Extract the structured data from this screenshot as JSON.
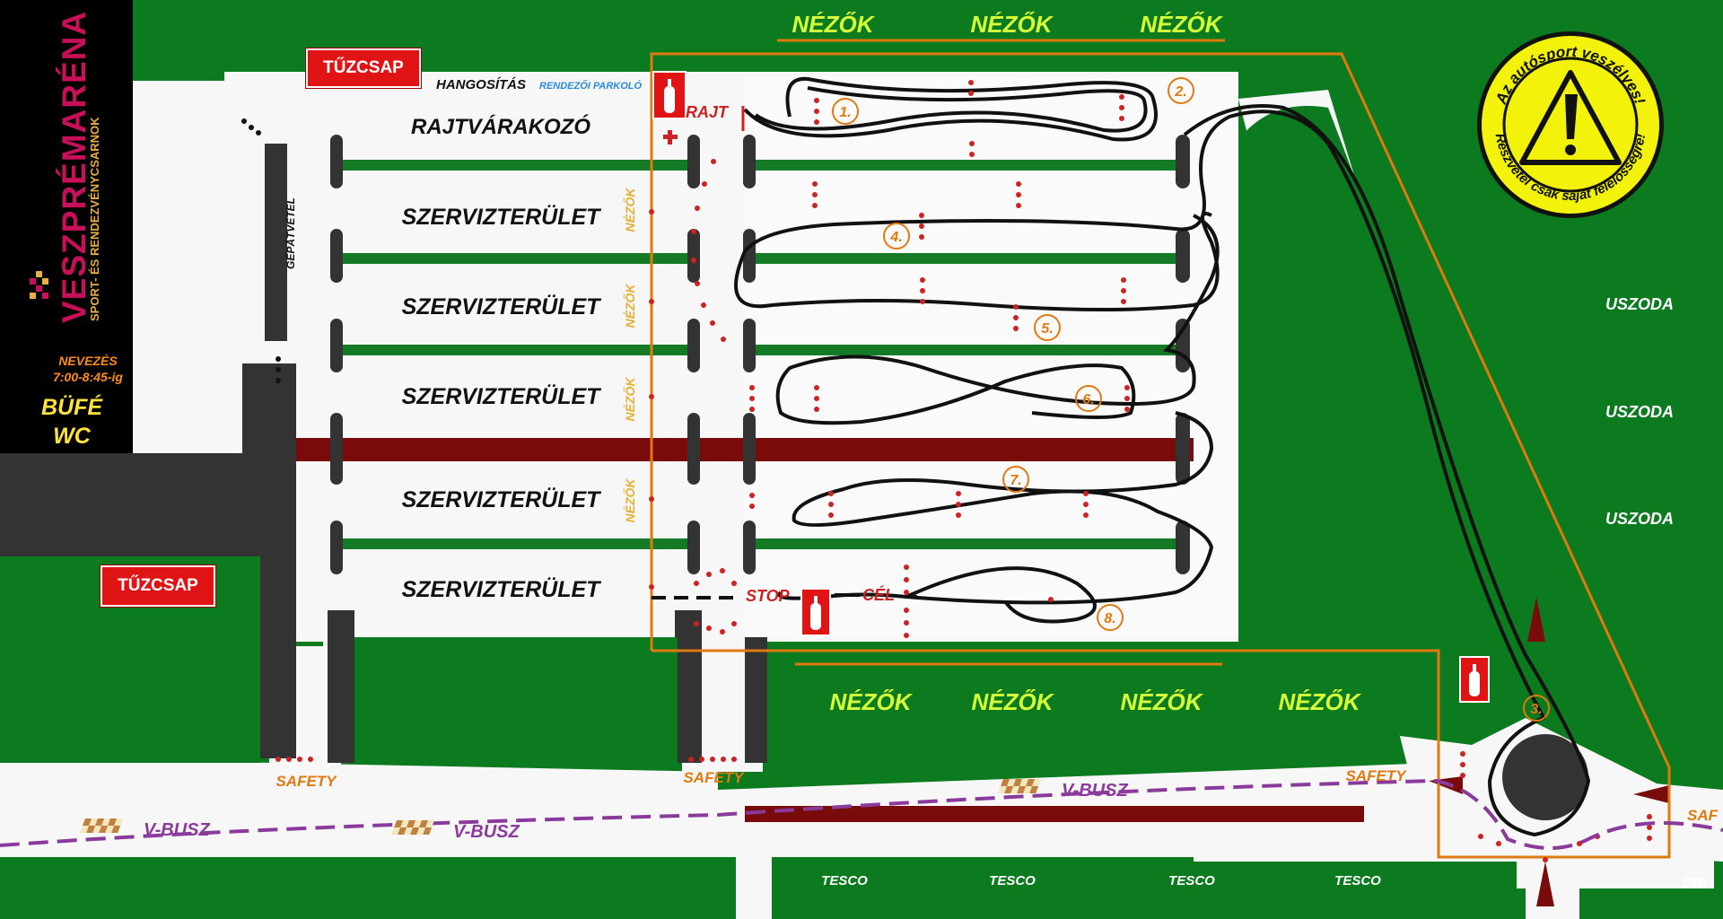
{
  "logo": {
    "name": "VESZPRÉMARÉNA",
    "subtitle": "SPORT- ÉS RENDEZVÉNYCSARNOK"
  },
  "info": {
    "nevezes_label": "NEVEZÉS",
    "nevezes_time": "7:00-8:45-ig",
    "bufe": "BÜFÉ",
    "wc": "WC"
  },
  "hydrant_label": "TŰZCSAP",
  "hydrant_label_2": "TŰZCSAP",
  "labels": {
    "hangositas": "HANGOSÍTÁS",
    "rendezoi_parkolo": "RENDEZŐI PARKOLÓ",
    "rajtvarakozo": "RAJTVÁRAKOZÓ",
    "gepatvetel": "GÉPÁTVÉTEL",
    "rajt": "RAJT",
    "stop": "STOP",
    "cel": "CÉL",
    "obi": "OBI",
    "saf": "SAF"
  },
  "service_areas": [
    "SZERVIZTERÜLET",
    "SZERVIZTERÜLET",
    "SZERVIZTERÜLET",
    "SZERVIZTERÜLET",
    "SZERVIZTERÜLET"
  ],
  "nezok_side": [
    "NÉZŐK",
    "NÉZŐK",
    "NÉZŐK",
    "NÉZŐK"
  ],
  "nezok_top": [
    "NÉZŐK",
    "NÉZŐK",
    "NÉZŐK"
  ],
  "nezok_bottom": [
    "NÉZŐK",
    "NÉZŐK",
    "NÉZŐK",
    "NÉZŐK"
  ],
  "safety": [
    "SAFETY",
    "SAFETY",
    "SAFETY"
  ],
  "uszoda": [
    "USZODA",
    "USZODA",
    "USZODA"
  ],
  "tesco": [
    "TESCO",
    "TESCO",
    "TESCO",
    "TESCO"
  ],
  "vbusz": [
    "V-BUSZ",
    "V-BUSZ",
    "V-BUSZ"
  ],
  "checkpoints": [
    "1.",
    "2.",
    "3.",
    "4.",
    "5.",
    "6.",
    "7.",
    "8."
  ],
  "warning_sign": {
    "top_text": "Az autósport veszélyes!",
    "bottom_text": "Részvétel csak saját felelősségre!",
    "icon": "exclamation-warning-icon"
  },
  "colors": {
    "grass": "#0c7a1e",
    "road": "#ffffff",
    "asphalt": "#333333",
    "service_bar": "#157a26",
    "red_bar": "#7a0b0b",
    "orange_border": "#e07a10",
    "bus_route": "#8a3a9a",
    "dots": "#cc2222",
    "nezok_text": "#d6ff3a",
    "yellow_text": "#e8b030"
  }
}
